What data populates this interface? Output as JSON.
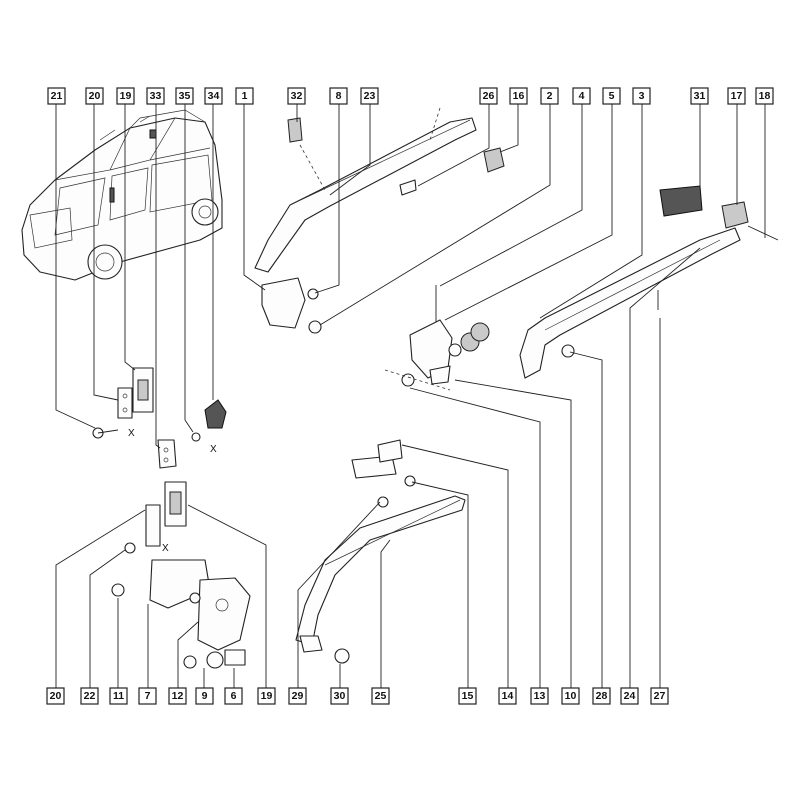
{
  "callouts_top": [
    "21",
    "20",
    "19",
    "33",
    "35",
    "34",
    "1",
    "32",
    "8",
    "23",
    "26",
    "16",
    "2",
    "4",
    "5",
    "3",
    "31",
    "17",
    "18"
  ],
  "callouts_bottom": [
    "20",
    "22",
    "11",
    "7",
    "12",
    "9",
    "6",
    "19",
    "29",
    "30",
    "25",
    "15",
    "14",
    "13",
    "10",
    "28",
    "24",
    "27"
  ],
  "axis_marker": "X"
}
